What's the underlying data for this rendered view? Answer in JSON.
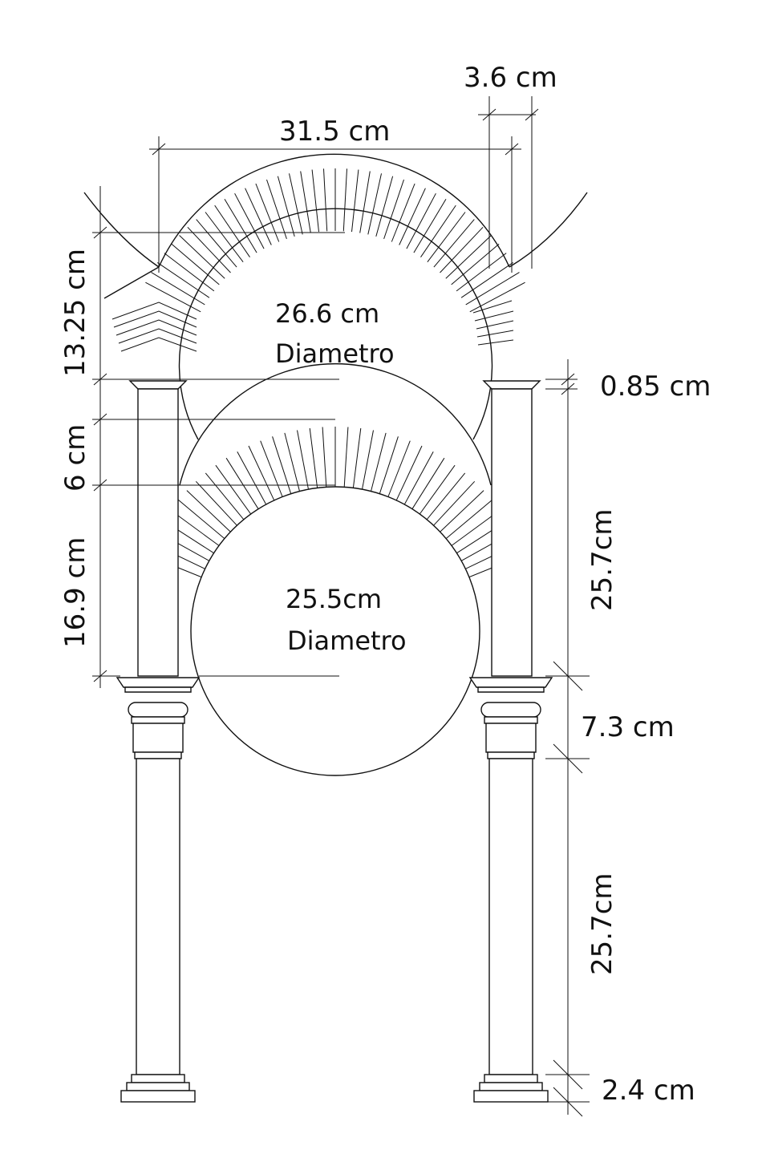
{
  "dimensions": {
    "top_width": "3.6 cm",
    "span": "31.5 cm",
    "upper_arch_height": "13.25 cm",
    "abacus": "0.85 cm",
    "arch_gap": "6 cm",
    "lower_column": "16.9 cm",
    "right_upper_column": "25.7cm",
    "capital": "7.3 cm",
    "right_lower_column": "25.7cm",
    "base": "2.4 cm"
  },
  "circles": {
    "upper": {
      "size": "26.6 cm",
      "word": "Diametro"
    },
    "lower": {
      "size": "25.5cm",
      "word": "Diametro"
    }
  },
  "colors": {
    "line": "#111111",
    "paper": "#ffffff"
  }
}
